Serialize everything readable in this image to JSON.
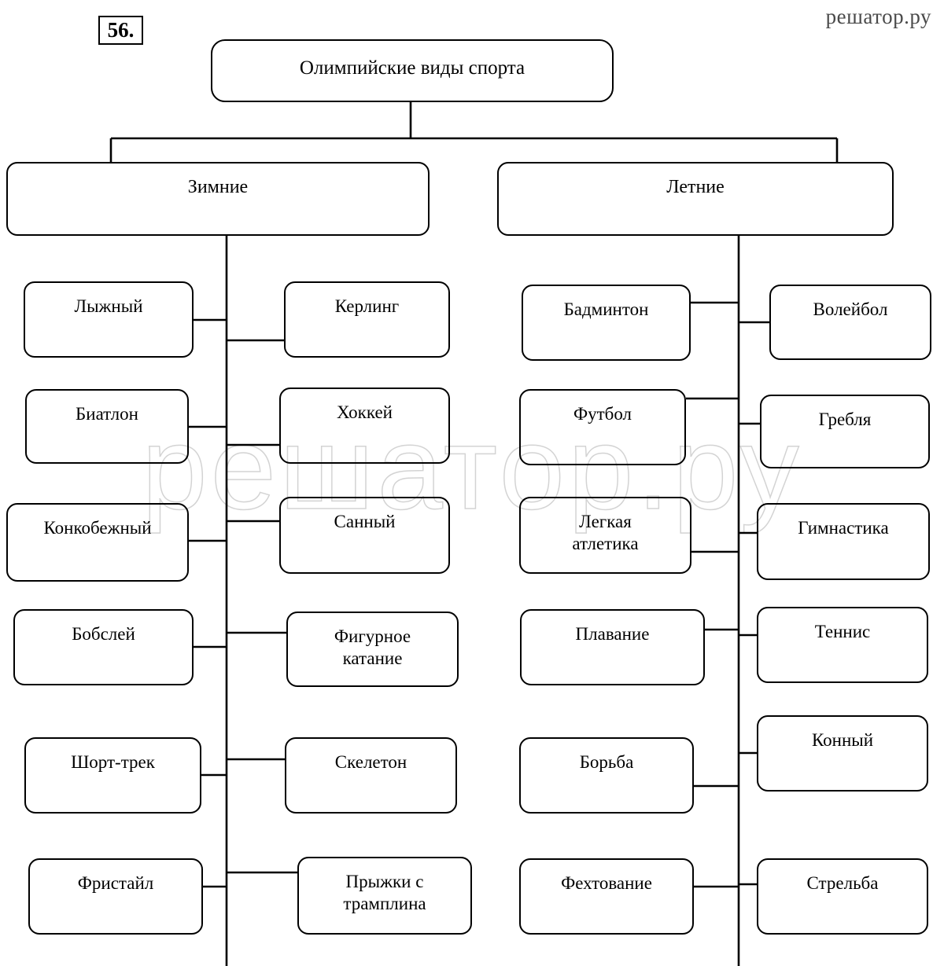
{
  "exercise": {
    "number": "56."
  },
  "watermark": {
    "site": "решатор.ру",
    "overlay": "решатор.ру"
  },
  "diagram": {
    "type": "tree",
    "root": {
      "label": "Олимпийские виды спорта"
    },
    "categories": [
      {
        "label": "Зимние"
      },
      {
        "label": "Летние"
      }
    ],
    "winter_left": [
      {
        "label": "Лыжный"
      },
      {
        "label": "Биатлон"
      },
      {
        "label": "Конкобежный"
      },
      {
        "label": "Бобслей"
      },
      {
        "label": "Шорт-трек"
      },
      {
        "label": "Фристайл"
      }
    ],
    "winter_right": [
      {
        "label": "Керлинг"
      },
      {
        "label": "Хоккей"
      },
      {
        "label": "Санный"
      },
      {
        "label": "Фигурное\nкатание"
      },
      {
        "label": "Скелетон"
      },
      {
        "label": "Прыжки с\nтрамплина"
      }
    ],
    "summer_left": [
      {
        "label": "Бадминтон"
      },
      {
        "label": "Футбол"
      },
      {
        "label": "Легкая\nатлетика"
      },
      {
        "label": "Плавание"
      },
      {
        "label": "Борьба"
      },
      {
        "label": "Фехтование"
      }
    ],
    "summer_right": [
      {
        "label": "Волейбол"
      },
      {
        "label": "Гребля"
      },
      {
        "label": "Гимнастика"
      },
      {
        "label": "Теннис"
      },
      {
        "label": "Конный"
      },
      {
        "label": "Стрельба"
      }
    ]
  },
  "colors": {
    "stroke": "#000000",
    "background": "#ffffff",
    "watermark": "#4a4a4a"
  }
}
